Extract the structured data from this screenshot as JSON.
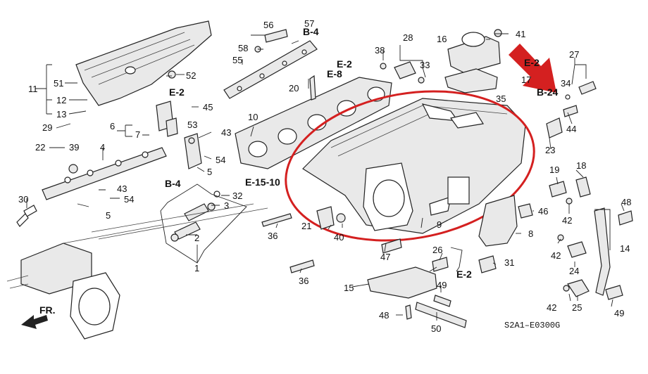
{
  "callouts": {
    "c1": "1",
    "c2": "2",
    "c3": "3",
    "c4": "4",
    "c5a": "5",
    "c5b": "5",
    "c6": "6",
    "c7": "7",
    "c8": "8",
    "c9": "9",
    "c10": "10",
    "c11": "11",
    "c12": "12",
    "c13": "13",
    "c14": "14",
    "c15": "15",
    "c16": "16",
    "c17": "17",
    "c18": "18",
    "c19": "19",
    "c20": "20",
    "c21": "21",
    "c22": "22",
    "c23": "23",
    "c24": "24",
    "c25": "25",
    "c26": "26",
    "c27": "27",
    "c28": "28",
    "c29": "29",
    "c30": "30",
    "c31": "31",
    "c32": "32",
    "c33": "33",
    "c34": "34",
    "c35": "35",
    "c36a": "36",
    "c36b": "36",
    "c38": "38",
    "c39": "39",
    "c40": "40",
    "c41": "41",
    "c42a": "42",
    "c42b": "42",
    "c42c": "42",
    "c43a": "43",
    "c43b": "43",
    "c44": "44",
    "c45": "45",
    "c46": "46",
    "c47": "47",
    "c48a": "48",
    "c48b": "48",
    "c49a": "49",
    "c49b": "49",
    "c50": "50",
    "c51": "51",
    "c52": "52",
    "c53": "53",
    "c54a": "54",
    "c54b": "54",
    "c55": "55",
    "c56": "56",
    "c57": "57",
    "c58": "58"
  },
  "references": {
    "e2_a": "E-2",
    "e2_b": "E-2",
    "e2_c": "E-2",
    "e2_d": "E-2",
    "e8": "E-8",
    "b4_a": "B-4",
    "b4_b": "B-4",
    "b24": "B-24",
    "e1510": "E-15-10"
  },
  "direction_label": "FR.",
  "diagram_code": "S2A1–E0300G",
  "colors": {
    "highlight": "#d42020",
    "line": "#222222"
  }
}
